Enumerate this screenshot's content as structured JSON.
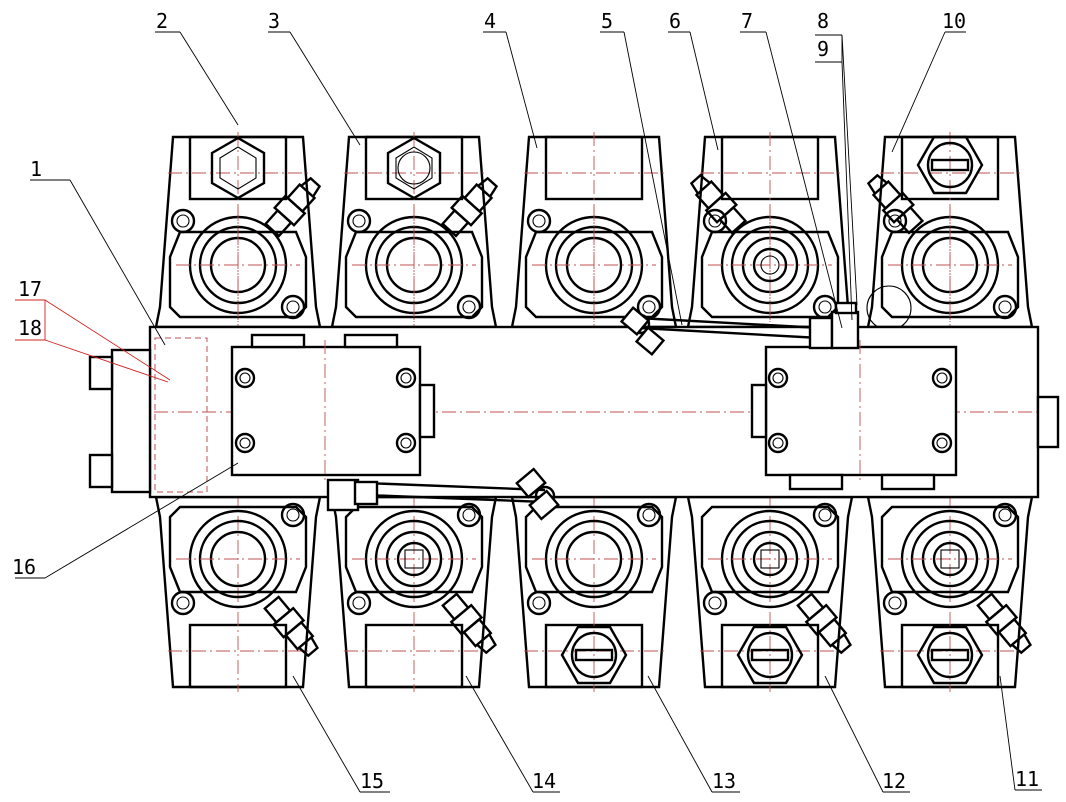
{
  "callouts": [
    {
      "id": "c1",
      "text": "1"
    },
    {
      "id": "c2",
      "text": "2"
    },
    {
      "id": "c3",
      "text": "3"
    },
    {
      "id": "c4",
      "text": "4"
    },
    {
      "id": "c5",
      "text": "5"
    },
    {
      "id": "c6",
      "text": "6"
    },
    {
      "id": "c7",
      "text": "7"
    },
    {
      "id": "c8",
      "text": "8"
    },
    {
      "id": "c9",
      "text": "9"
    },
    {
      "id": "c10",
      "text": "10"
    },
    {
      "id": "c11",
      "text": "11"
    },
    {
      "id": "c12",
      "text": "12"
    },
    {
      "id": "c13",
      "text": "13"
    },
    {
      "id": "c14",
      "text": "14"
    },
    {
      "id": "c15",
      "text": "15"
    },
    {
      "id": "c16",
      "text": "16"
    },
    {
      "id": "c17",
      "text": "17"
    },
    {
      "id": "c18",
      "text": "18"
    }
  ],
  "colors": {
    "outline": "#000000",
    "centerline": "#c05050",
    "leader_highlight": "#d02020"
  }
}
